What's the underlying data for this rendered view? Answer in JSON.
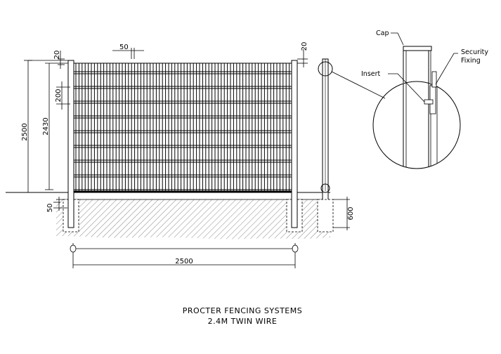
{
  "title": {
    "line1": "PROCTER FENCING SYSTEMS",
    "line2": "2.4M TWIN WIRE"
  },
  "dimensions": {
    "post_overhang": "20",
    "post_overhang_right": "20",
    "wire_spacing": "50",
    "mesh_pitch": "200",
    "total_height": "2500",
    "panel_height": "2430",
    "ground_gap": "50",
    "post_depth": "600",
    "panel_width": "2500"
  },
  "detail_labels": {
    "cap": "Cap",
    "insert": "Insert",
    "security_fixing_1": "Security",
    "security_fixing_2": "Fixing"
  },
  "colors": {
    "line": "#000000",
    "hatch": "#444444"
  }
}
